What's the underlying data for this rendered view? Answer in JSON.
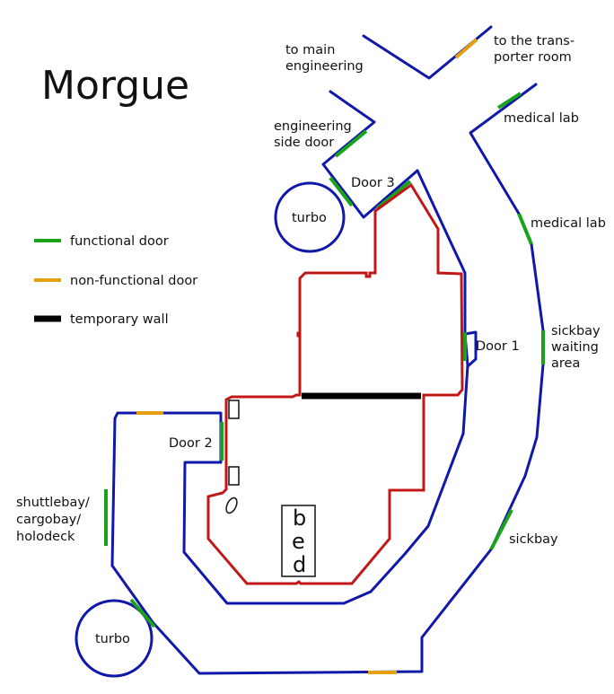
{
  "title": "Morgue",
  "legend": [
    {
      "label": "functional door",
      "color": "#1aa31a"
    },
    {
      "label": "non-functional door",
      "color": "#e6a010"
    },
    {
      "label": "temporary wall",
      "color": "#000000"
    }
  ],
  "labels": {
    "to_main_engineering": [
      "to main",
      "engineering"
    ],
    "to_transporter": [
      "to the trans-",
      "porter room"
    ],
    "engineering_side_door": [
      "engineering",
      "side door"
    ],
    "medical_lab_1": "medical lab",
    "medical_lab_2": "medical lab",
    "door3": "Door 3",
    "door1": "Door 1",
    "door2": "Door 2",
    "sickbay_waiting": [
      "sickbay",
      "waiting",
      "area"
    ],
    "shuttlebay": [
      "shuttlebay/",
      "cargobay/",
      "holodeck"
    ],
    "sickbay": "sickbay",
    "turbo_top": "turbo",
    "turbo_bottom": "turbo",
    "bed": [
      "b",
      "e",
      "d"
    ]
  },
  "colors": {
    "outer_wall": "#0f18a8",
    "morgue_wall": "#c01818",
    "functional_door": "#1aa31a",
    "non_functional_door": "#e6a010",
    "temporary_wall": "#000000"
  }
}
